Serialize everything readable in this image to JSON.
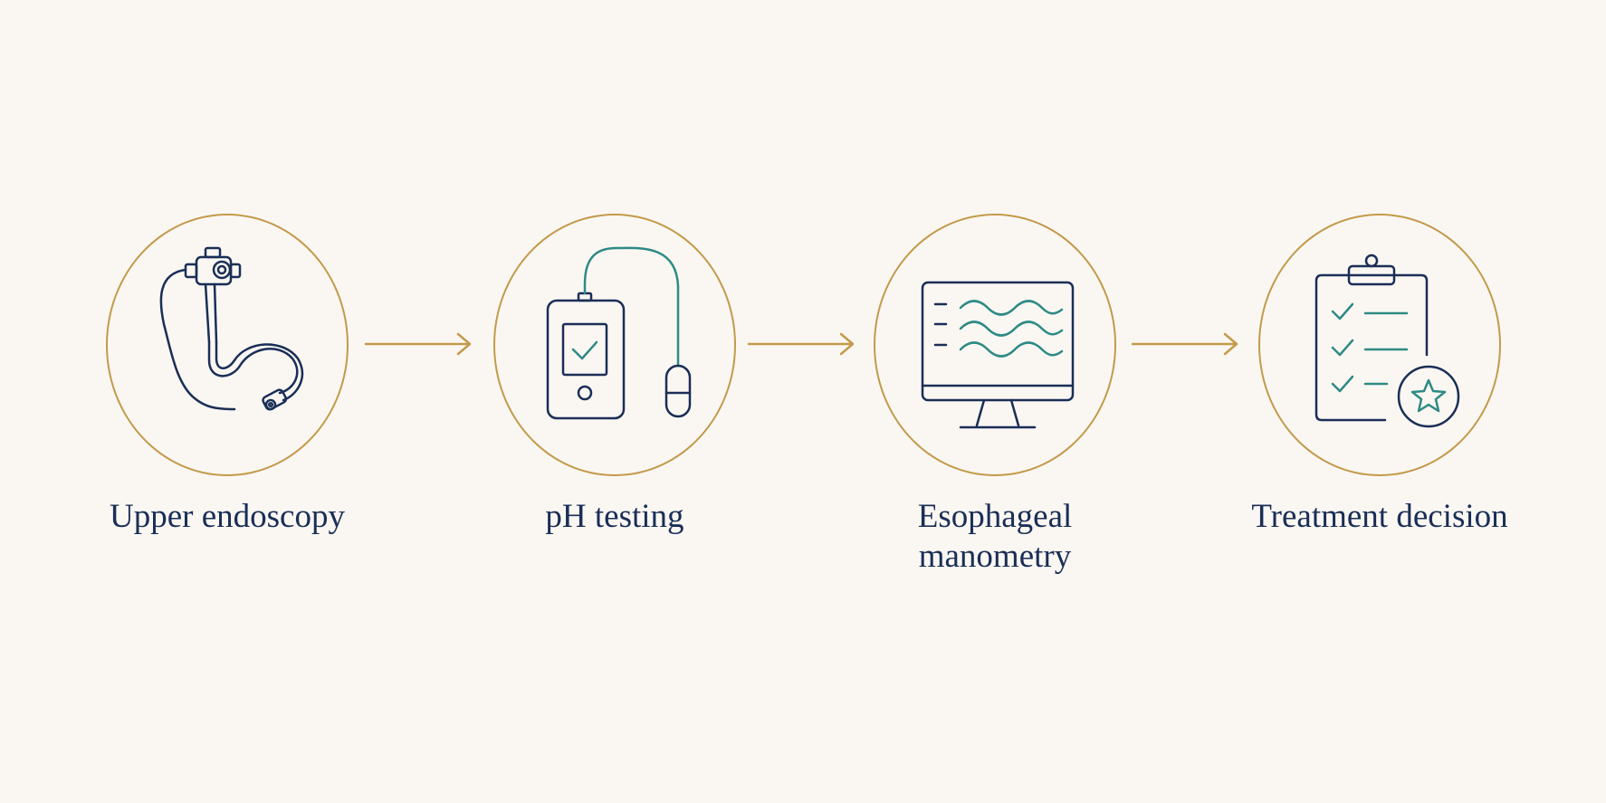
{
  "colors": {
    "background": "#faf7f2",
    "ring": "#c39a4b",
    "icon_primary": "#1a2e57",
    "icon_accent": "#2f8a85",
    "label_text": "#1a2e57"
  },
  "steps": [
    {
      "label": "Upper endoscopy",
      "icon": "endoscope-icon"
    },
    {
      "label": "pH testing",
      "icon": "ph-monitor-icon"
    },
    {
      "label": "Esophageal manometry",
      "icon": "monitor-waveform-icon"
    },
    {
      "label": "Treatment decision",
      "icon": "clipboard-checklist-star-icon"
    }
  ],
  "connectors": [
    "arrow-right",
    "arrow-right",
    "arrow-right"
  ]
}
